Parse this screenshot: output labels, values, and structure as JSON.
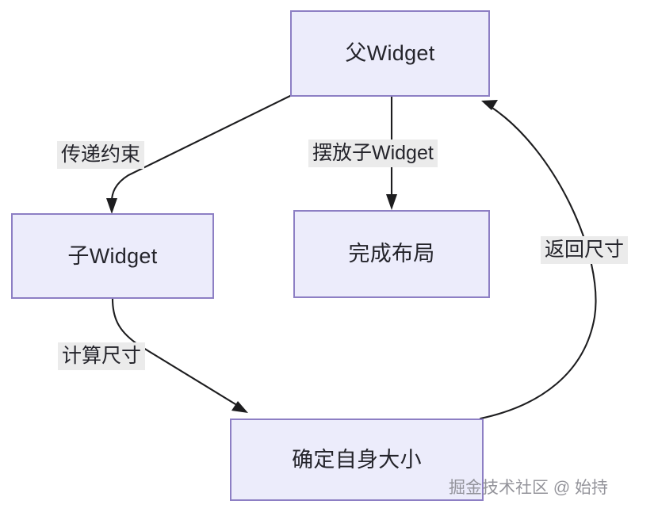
{
  "diagram": {
    "type": "flowchart",
    "direction": "cyclic",
    "theme": {
      "node_fill": "#ececfb",
      "node_border": "#8d7fc4",
      "edge_stroke": "#1d1d1f",
      "label_background": "#ebebeb",
      "text_color": "#24242b",
      "canvas_background": "#ffffff"
    },
    "nodes": [
      {
        "id": "parent",
        "label": "父Widget"
      },
      {
        "id": "child",
        "label": "子Widget"
      },
      {
        "id": "layout_done",
        "label": "完成布局"
      },
      {
        "id": "determine_size",
        "label": "确定自身大小"
      }
    ],
    "edges": [
      {
        "id": "pass_constraints",
        "from": "parent",
        "to": "child",
        "label": "传递约束"
      },
      {
        "id": "place_child",
        "from": "parent",
        "to": "layout_done",
        "label": "摆放子Widget"
      },
      {
        "id": "calc_size",
        "from": "child",
        "to": "determine_size",
        "label": "计算尺寸"
      },
      {
        "id": "return_size",
        "from": "determine_size",
        "to": "parent",
        "label": "返回尺寸"
      }
    ]
  },
  "watermark": {
    "text": "掘金技术社区 @ 始持"
  }
}
